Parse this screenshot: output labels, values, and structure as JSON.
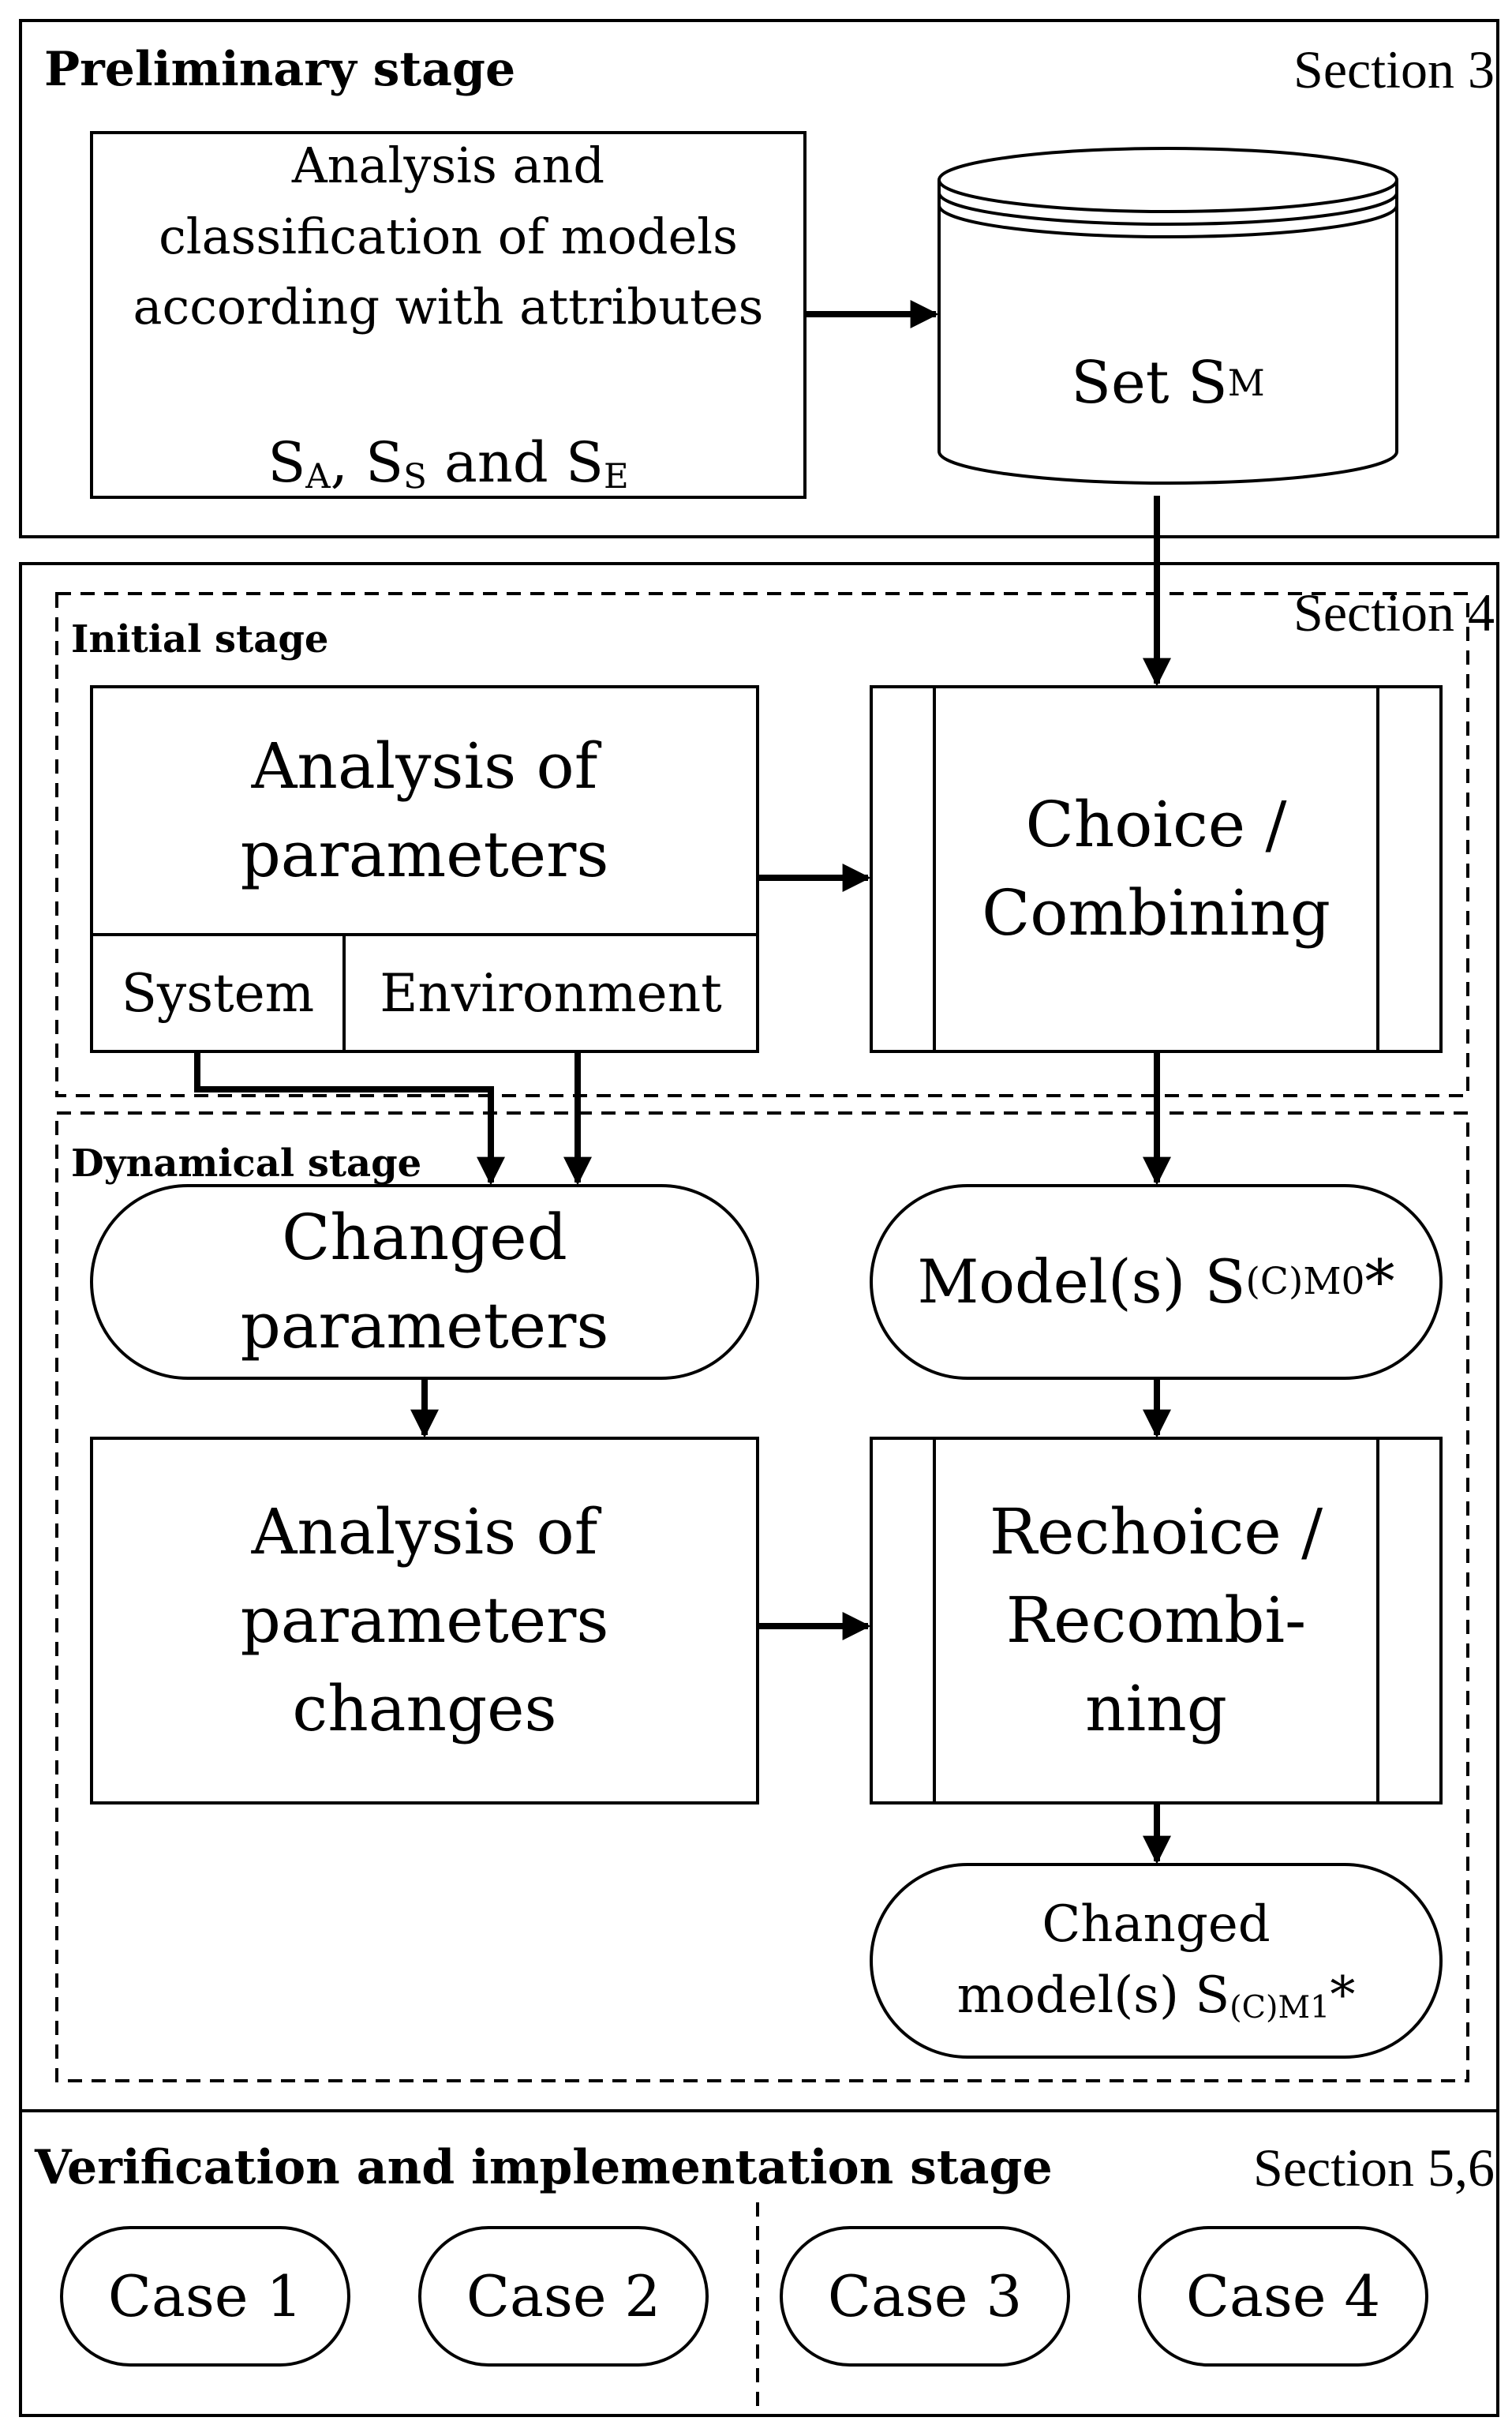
{
  "preliminary": {
    "title": "Preliminary stage",
    "section": "Section 3",
    "analysis_box": {
      "text": "Analysis and\nclassification of models\naccording with attributes",
      "attr_a_base": "S",
      "attr_a_sub": "A",
      "sep1": ", ",
      "attr_s_base": "S",
      "attr_s_sub": "S",
      "sep2": " and ",
      "attr_e_base": "S",
      "attr_e_sub": "E"
    },
    "set_db": {
      "prefix": "Set ",
      "base": "S",
      "sub": "M"
    }
  },
  "section4": {
    "section": "Section 4",
    "initial": {
      "title": "Initial stage",
      "analysis": "Analysis of\nparameters",
      "system": "System",
      "environment": "Environment",
      "choice": "Choice /\nCombining"
    },
    "dynamical": {
      "title": "Dynamical stage",
      "changed_params": "Changed\nparameters",
      "model0": {
        "prefix": "Model(s) ",
        "base": "S",
        "sub": "(C)M0",
        "suffix": "*"
      },
      "analysis_changes": "Analysis of\nparameters\nchanges",
      "rechoice": "Rechoice /\nRecombi-\nning",
      "model1": {
        "line1": "Changed",
        "prefix": "model(s) ",
        "base": "S",
        "sub": "(C)M1",
        "suffix": "*"
      }
    }
  },
  "verification": {
    "title": "Verification and implementation stage",
    "section": "Section 5,6",
    "cases": [
      "Case 1",
      "Case 2",
      "Case 3",
      "Case 4"
    ]
  },
  "colors": {
    "line": "#000000",
    "background": "#ffffff"
  }
}
